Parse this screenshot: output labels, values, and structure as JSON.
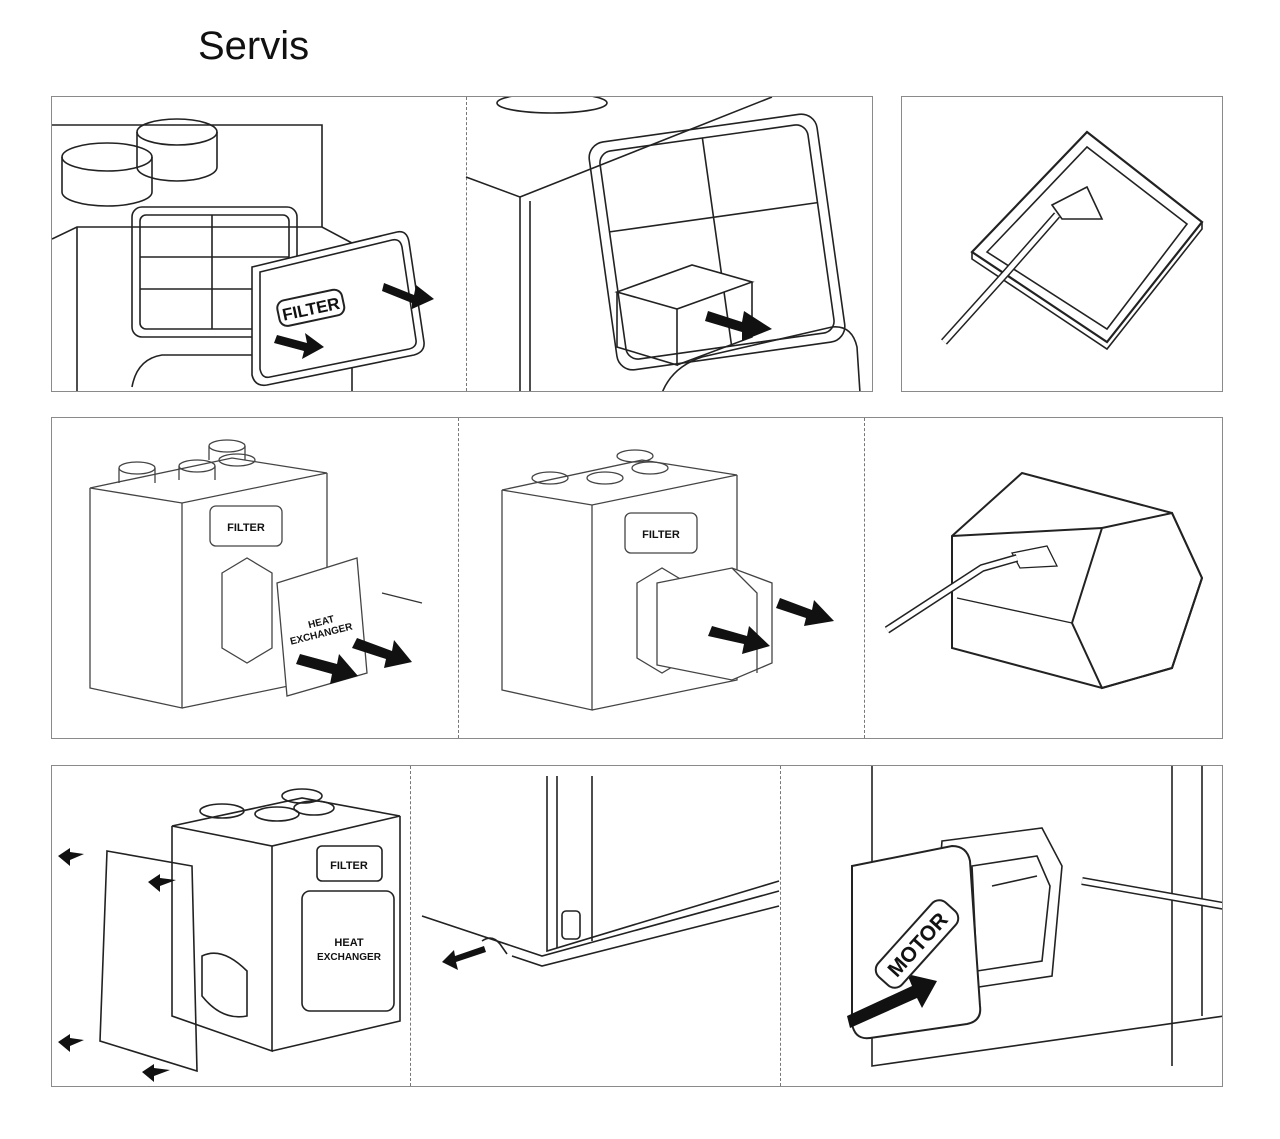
{
  "title": "Servis",
  "labels": {
    "filter": "FILTER",
    "heat1": "HEAT",
    "heat2": "EXCHANGER",
    "motor": "MOTOR"
  }
}
